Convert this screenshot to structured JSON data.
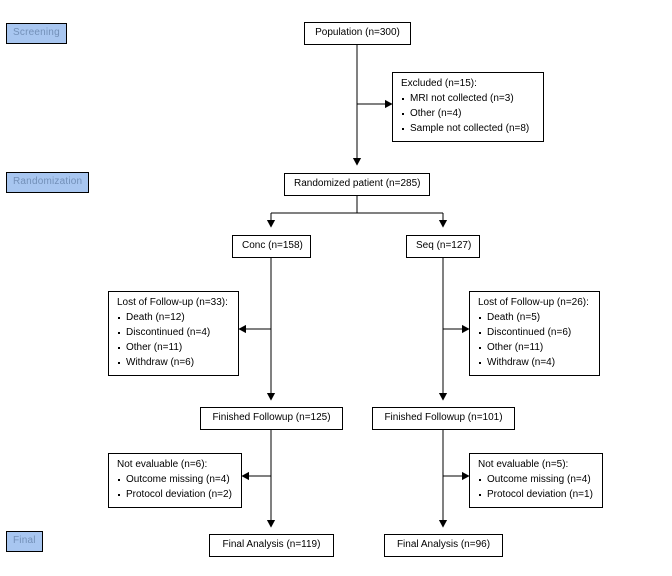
{
  "stages": [
    {
      "id": "screening",
      "label": "Screening"
    },
    {
      "id": "randomization",
      "label": "Randomization"
    },
    {
      "id": "final",
      "label": "Final"
    }
  ],
  "nodes": {
    "population": {
      "label": "Population (n=300)"
    },
    "excluded": {
      "header": "Excluded (n=15):",
      "items": [
        "MRI not collected (n=3)",
        "Other (n=4)",
        "Sample not collected (n=8)"
      ]
    },
    "randomized": {
      "label": "Randomized patient (n=285)"
    },
    "arm_conc": {
      "label": "Conc (n=158)"
    },
    "arm_seq": {
      "label": "Seq (n=127)"
    },
    "lost_left": {
      "header": "Lost of Follow-up (n=33):",
      "items": [
        "Death (n=12)",
        "Discontinued (n=4)",
        "Other (n=11)",
        "Withdraw (n=6)"
      ]
    },
    "lost_right": {
      "header": "Lost of Follow-up (n=26):",
      "items": [
        "Death (n=5)",
        "Discontinued (n=6)",
        "Other (n=11)",
        "Withdraw (n=4)"
      ]
    },
    "finished_left": {
      "label": "Finished Followup (n=125)"
    },
    "finished_right": {
      "label": "Finished Followup (n=101)"
    },
    "noteval_left": {
      "header": "Not evaluable (n=6):",
      "items": [
        "Outcome missing (n=4)",
        "Protocol deviation (n=2)"
      ]
    },
    "noteval_right": {
      "header": "Not evaluable (n=5):",
      "items": [
        "Outcome missing (n=4)",
        "Protocol deviation (n=1)"
      ]
    },
    "final_left": {
      "label": "Final Analysis (n=119)"
    },
    "final_right": {
      "label": "Final Analysis (n=96)"
    }
  },
  "colors": {
    "stage_fill": "#a8c6f0",
    "stage_text": "#7390b8",
    "box_fill": "#ffffff",
    "line": "#000000"
  }
}
